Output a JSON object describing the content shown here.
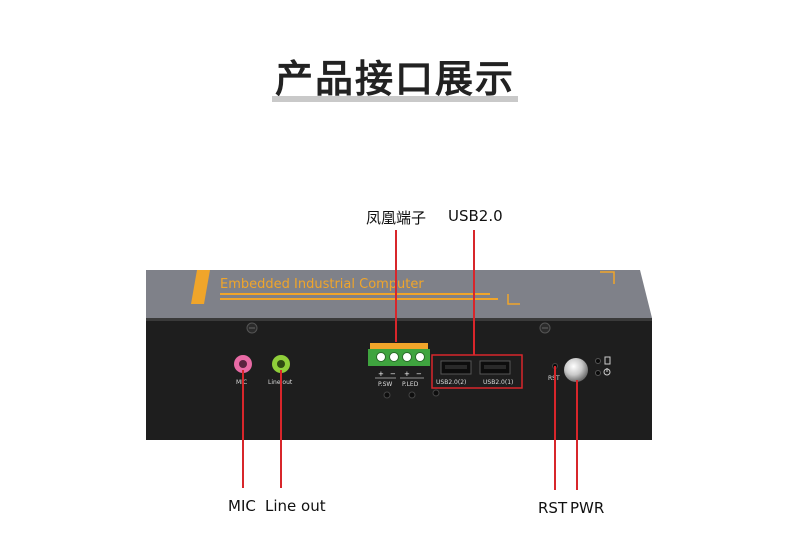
{
  "page": {
    "title": "产品接口展示"
  },
  "device": {
    "top_label": "Embedded Industrial Computer",
    "ports": {
      "mic_label": "MIC",
      "lineout_label": "Line out",
      "phoenix_signs": [
        "+",
        "−",
        "+",
        "−"
      ],
      "psw_label": "P.SW",
      "pled_label": "P.LED",
      "usb2_label": "USB2.0(2)",
      "usb1_label": "USB2.0(1)",
      "rst_label": "RST"
    }
  },
  "callouts": {
    "phoenix": "凤凰端子",
    "usb": "USB2.0",
    "mic": "MIC",
    "lineout": "Line out",
    "rst": "RST",
    "pwr": "PWR"
  },
  "colors": {
    "device_body": "#1e1e1e",
    "device_top": "#7f8189",
    "accent_orange": "#f0a52a",
    "callout_line": "#d8262b",
    "mic_pink": "#e86aa5",
    "lineout_green": "#8fce3a",
    "terminal_green": "#3fa43f"
  }
}
